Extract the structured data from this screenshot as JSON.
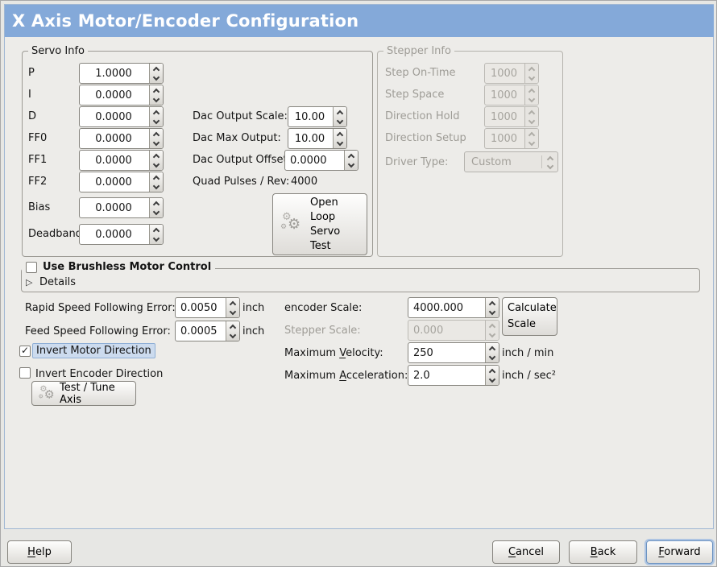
{
  "window": {
    "title": "X Axis Motor/Encoder Configuration"
  },
  "colors": {
    "titlebar": "#84a9d9",
    "panel_border": "#a0b7d4",
    "content_bg": "#edece9",
    "focus_ring": "#adc4e2",
    "highlight_bg": "#ccdbee",
    "highlight_border": "#8fafd6"
  },
  "icons": {
    "gear": "⚙",
    "expander_collapsed": "▷",
    "check": "✓"
  },
  "servo": {
    "frame_label": "Servo Info",
    "rows": [
      {
        "label": "P",
        "value": "1.0000"
      },
      {
        "label": "I",
        "value": "0.0000"
      },
      {
        "label": "D",
        "value": "0.0000"
      },
      {
        "label": "FF0",
        "value": "0.0000"
      },
      {
        "label": "FF1",
        "value": "0.0000"
      },
      {
        "label": "FF2",
        "value": "0.0000"
      },
      {
        "label": "Bias",
        "value": "0.0000"
      },
      {
        "label": "Deadband",
        "value": "0.0000"
      }
    ],
    "dac_rows": [
      {
        "label": "Dac Output Scale:",
        "value": "10.00"
      },
      {
        "label": "Dac Max Output:",
        "value": "10.00"
      },
      {
        "label": "Dac Output Offset:",
        "value": "0.0000"
      }
    ],
    "quad_label": "Quad Pulses / Rev:",
    "quad_value": "4000",
    "open_loop_button": "Open Loop Servo Test"
  },
  "stepper": {
    "frame_label": "Stepper Info",
    "rows": [
      {
        "label": "Step On-Time",
        "value": "1000"
      },
      {
        "label": "Step Space",
        "value": "1000"
      },
      {
        "label": "Direction Hold",
        "value": "1000"
      },
      {
        "label": "Direction Setup",
        "value": "1000"
      }
    ],
    "driver_type_label": "Driver Type:",
    "driver_type_value": "Custom"
  },
  "brushless": {
    "checkbox_label": "Use Brushless Motor Control",
    "details_label": "Details"
  },
  "errors": {
    "rapid_label": "Rapid Speed Following Error:",
    "rapid_value": "0.0050",
    "rapid_unit": "inch",
    "feed_label": "Feed Speed Following Error:",
    "feed_value": "0.0005",
    "feed_unit": "inch"
  },
  "scales": {
    "encoder_label": "encoder Scale:",
    "encoder_value": "4000.000",
    "calculate_button": "Calculate Scale",
    "stepper_label": "Stepper Scale:",
    "stepper_value": "0.000",
    "velocity_label": {
      "pre": "Maximum ",
      "mn": "V",
      "post": "elocity:"
    },
    "velocity_value": "250",
    "velocity_unit": "inch / min",
    "accel_label": {
      "pre": "Maximum ",
      "mn": "A",
      "post": "cceleration:"
    },
    "accel_value": "2.0",
    "accel_unit": "inch / sec²"
  },
  "direction": {
    "invert_motor_label": "Invert Motor Direction",
    "invert_encoder_label": "Invert Encoder Direction",
    "test_tune_button": "Test / Tune Axis"
  },
  "footer": {
    "help": {
      "pre": "",
      "mn": "H",
      "post": "elp"
    },
    "cancel": {
      "pre": "",
      "mn": "C",
      "post": "ancel"
    },
    "back": {
      "pre": "",
      "mn": "B",
      "post": "ack"
    },
    "forward": {
      "pre": "",
      "mn": "F",
      "post": "orward"
    }
  }
}
